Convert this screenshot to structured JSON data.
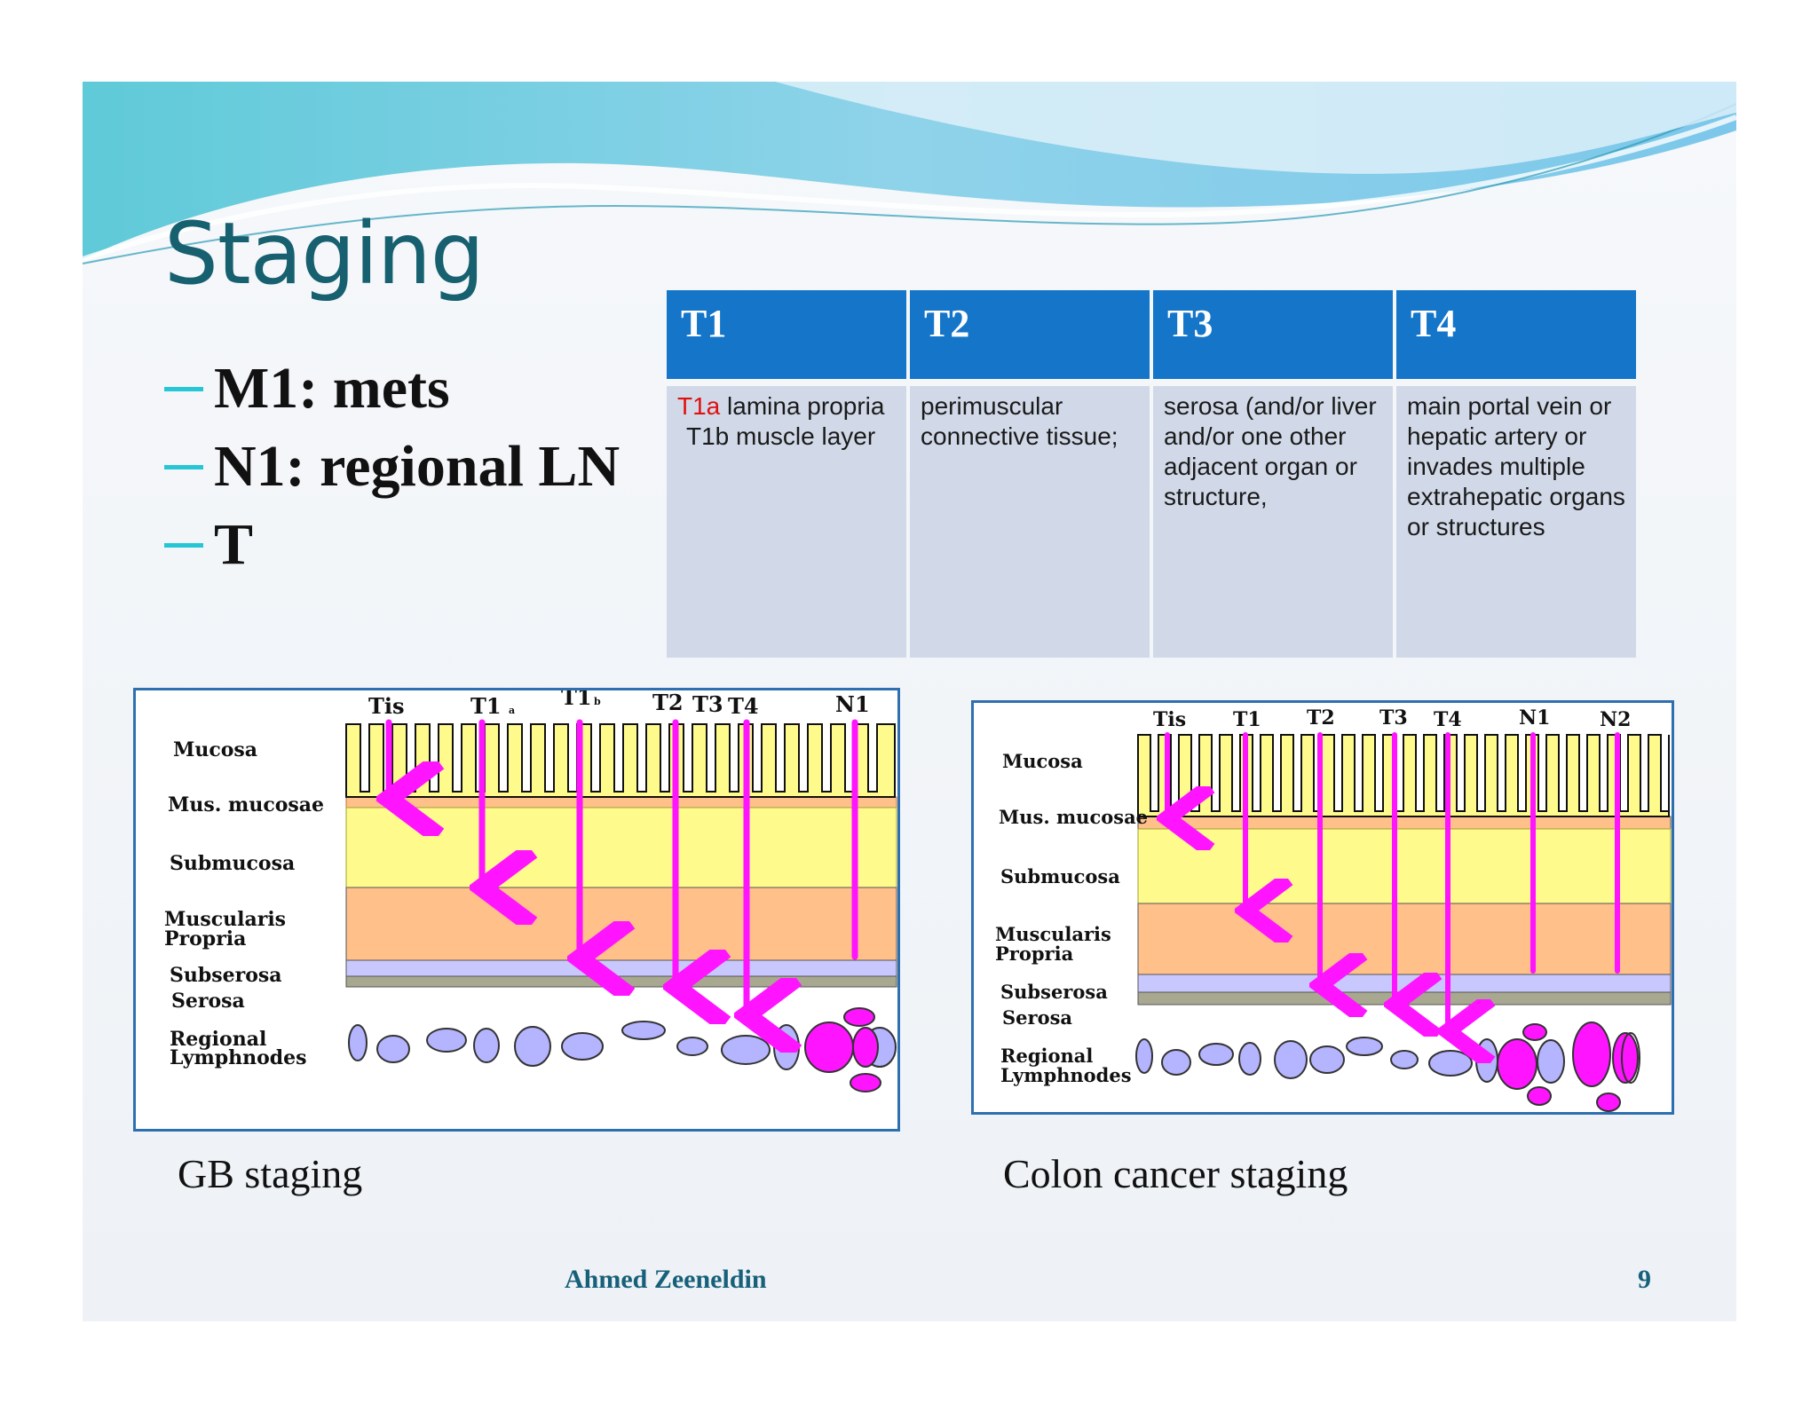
{
  "slide": {
    "title": "Staging",
    "bullets": [
      "M1: mets",
      "N1: regional LN",
      "T"
    ],
    "table": {
      "headers": [
        "T1",
        "T2",
        "T3",
        "T4"
      ],
      "cells": {
        "t1_line1_red": "T1a",
        "t1_line1_rest": " lamina propria",
        "t1_line2": "T1b muscle layer",
        "t2": "perimuscular connective tissue;",
        "t3": "serosa (and/or liver and/or one other adjacent organ or structure,",
        "t4": "main portal vein or hepatic artery or invades multiple extrahepatic organs or structures"
      }
    },
    "gb_diagram": {
      "layer_labels": [
        "Mucosa",
        "Mus. mucosae",
        "Submucosa",
        "Muscularis",
        "Propria",
        "Subserosa",
        "Serosa",
        "Regional",
        "Lymphnodes"
      ],
      "stage_labels": [
        "Tis",
        "T1",
        "a",
        "T1",
        "b",
        "T2",
        "T3",
        "T4",
        "N1"
      ]
    },
    "colon_diagram": {
      "layer_labels": [
        "Mucosa",
        "Mus. mucosae",
        "Submucosa",
        "Muscularis",
        "Propria",
        "Subserosa",
        "Serosa",
        "Regional",
        "Lymphnodes"
      ],
      "stage_labels": [
        "Tis",
        "T1",
        "T2",
        "T3",
        "T4",
        "N1",
        "N2"
      ]
    },
    "captions": {
      "gb": "GB staging",
      "colon": "Colon cancer staging"
    },
    "footer": {
      "author": "Ahmed Zeeneldin",
      "page": "9"
    },
    "colors": {
      "title": "#17606f",
      "table_header": "#1475c9",
      "table_cell": "#d1d9e8",
      "arrow": "#ff14ff",
      "mucosa": "#fffa8c",
      "muscularis": "#ffc08a",
      "serosa": "#c8c8ff",
      "node": "#b4b4ff"
    }
  }
}
